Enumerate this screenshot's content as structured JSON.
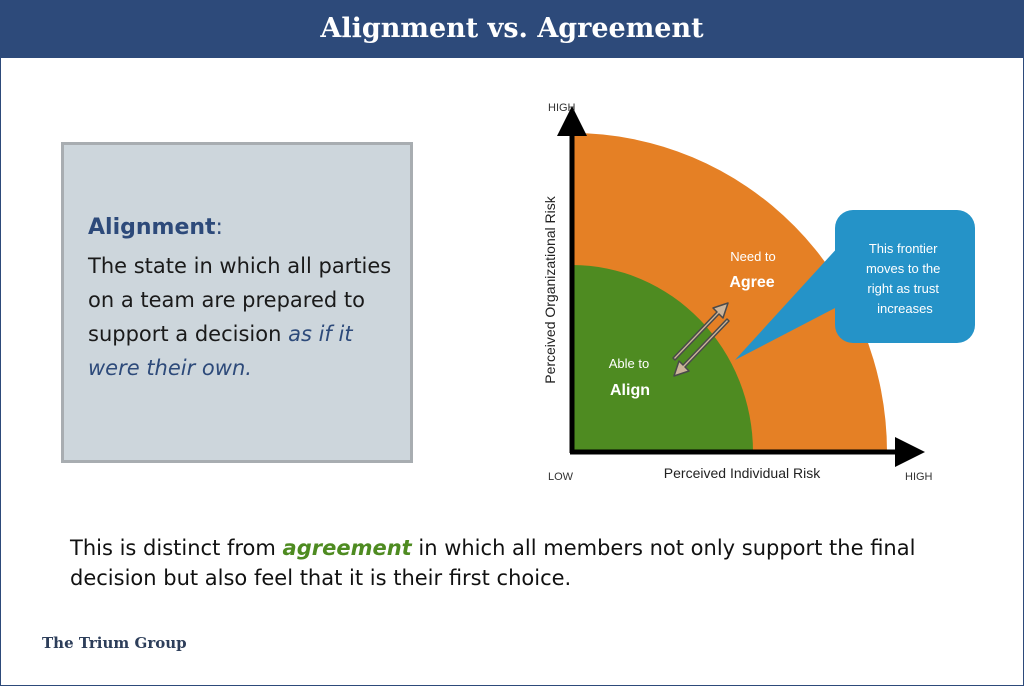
{
  "title": "Alignment vs. Agreement",
  "definition": {
    "term": "Alignment",
    "colon": ":",
    "body_plain": "The state in which all parties on a team are prepared to support a decision ",
    "body_emphasis": "as if it were their own",
    "body_end": "."
  },
  "diagram": {
    "y_axis_label": "Perceived Organizational Risk",
    "x_axis_label": "Perceived Individual Risk",
    "y_high": "HIGH",
    "x_low": "LOW",
    "x_high": "HIGH",
    "outer_region": {
      "line1": "Need to",
      "line2": "Agree",
      "color": "#e58025"
    },
    "inner_region": {
      "line1": "Able to",
      "line2": "Align",
      "color": "#4e8b21"
    },
    "callout": {
      "text": "This frontier moves to the right as trust increases",
      "color": "#2593c8"
    },
    "arrows_color": "#cdb59a"
  },
  "statement": {
    "before": "This is distinct from ",
    "emphasis": "agreement",
    "after": " in which all members not only support the final decision but also feel that it is their first choice."
  },
  "brand": "The Trium Group"
}
